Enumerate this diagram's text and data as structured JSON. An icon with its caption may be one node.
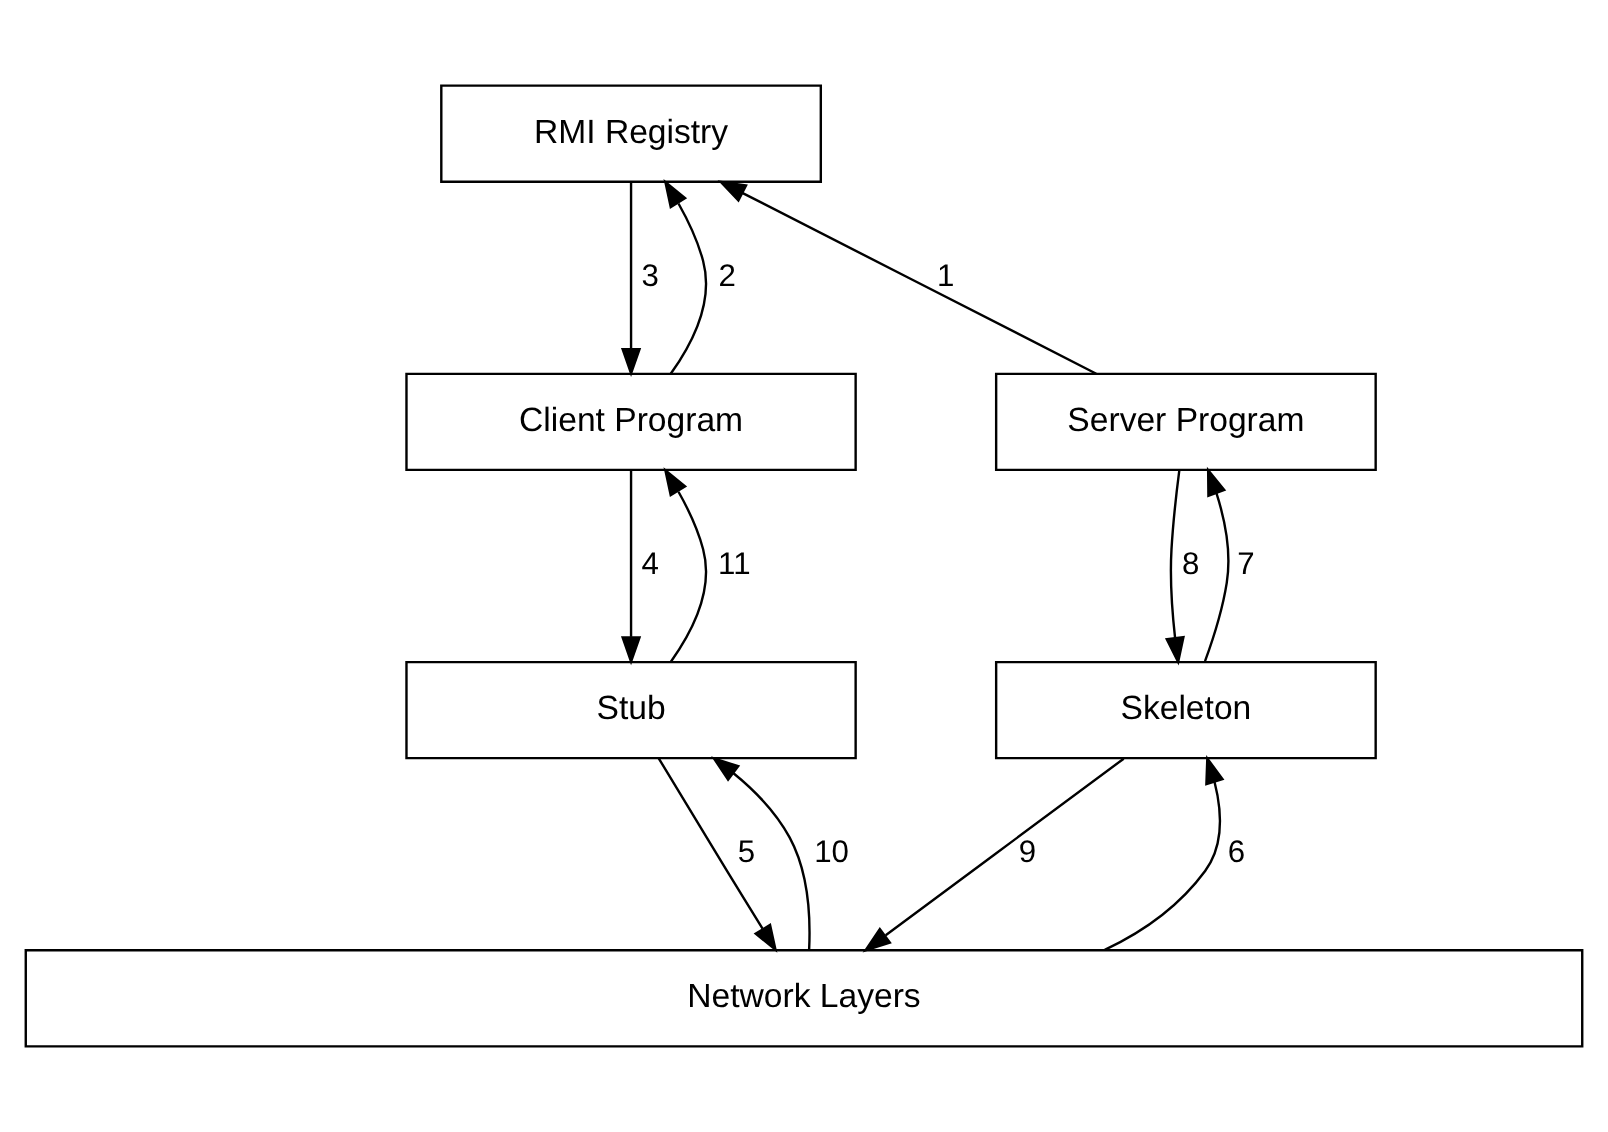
{
  "diagram": {
    "nodes": [
      {
        "text": [
          "RMI Registry"
        ]
      },
      {
        "text": [
          "Client Program"
        ]
      },
      {
        "text": [
          "Server Program"
        ]
      },
      {
        "text": [
          "Stub"
        ]
      },
      {
        "text": [
          "Skeleton"
        ]
      },
      {
        "text": [
          "Network Layers"
        ]
      }
    ],
    "edges": [
      {
        "from": 2,
        "to": 0,
        "arrow": "to",
        "label": "1"
      },
      {
        "from": 1,
        "to": 0,
        "arrow": "to",
        "label": "2"
      },
      {
        "from": 0,
        "to": 1,
        "arrow": "to",
        "label": "3"
      },
      {
        "from": 1,
        "to": 3,
        "arrow": "to",
        "label": "4"
      },
      {
        "from": 3,
        "to": 5,
        "arrow": "to",
        "label": "5"
      },
      {
        "from": 5,
        "to": 4,
        "arrow": "to",
        "label": "6"
      },
      {
        "from": 4,
        "to": 2,
        "arrow": "to",
        "label": "7"
      },
      {
        "from": 2,
        "to": 4,
        "arrow": "to",
        "label": "8"
      },
      {
        "from": 4,
        "to": 5,
        "arrow": "to",
        "label": "9"
      },
      {
        "from": 5,
        "to": 3,
        "arrow": "to",
        "label": "10"
      },
      {
        "from": 3,
        "to": 1,
        "arrow": "to",
        "label": "11"
      }
    ]
  }
}
